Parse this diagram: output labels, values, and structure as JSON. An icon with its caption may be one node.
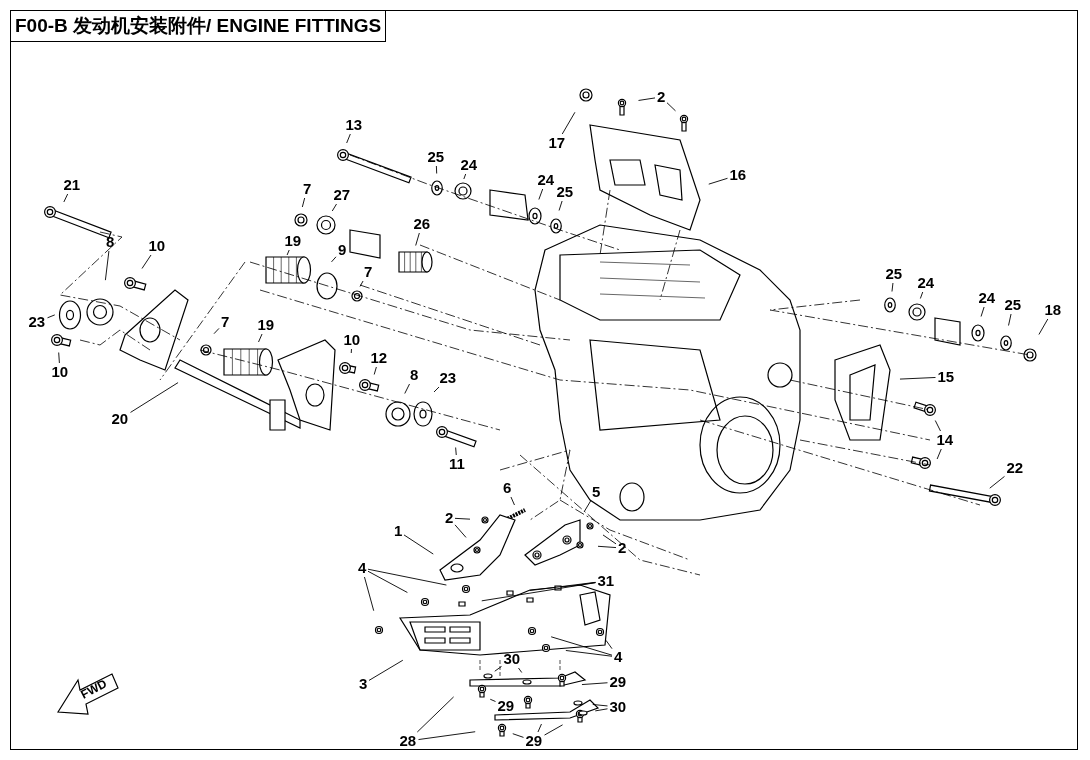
{
  "diagram": {
    "title": "F00-B 发动机安装附件/ ENGINE FITTINGS",
    "nodes": [
      {
        "text": [
          "2"
        ]
      },
      {
        "text": [
          "13"
        ]
      },
      {
        "text": [
          "17"
        ]
      },
      {
        "text": [
          "25"
        ]
      },
      {
        "text": [
          "24"
        ]
      },
      {
        "text": [
          "16"
        ]
      },
      {
        "text": [
          "24"
        ]
      },
      {
        "text": [
          "25"
        ]
      },
      {
        "text": [
          "21"
        ]
      },
      {
        "text": [
          "7"
        ]
      },
      {
        "text": [
          "27"
        ]
      },
      {
        "text": [
          "26"
        ]
      },
      {
        "text": [
          "10"
        ]
      },
      {
        "text": [
          "19"
        ]
      },
      {
        "text": [
          "9"
        ]
      },
      {
        "text": [
          "8"
        ]
      },
      {
        "text": [
          "7"
        ]
      },
      {
        "text": [
          "25"
        ]
      },
      {
        "text": [
          "24"
        ]
      },
      {
        "text": [
          "24"
        ]
      },
      {
        "text": [
          "25"
        ]
      },
      {
        "text": [
          "18"
        ]
      },
      {
        "text": [
          "23"
        ]
      },
      {
        "text": [
          "7"
        ]
      },
      {
        "text": [
          "19"
        ]
      },
      {
        "text": [
          "10"
        ]
      },
      {
        "text": [
          "10"
        ]
      },
      {
        "text": [
          "12"
        ]
      },
      {
        "text": [
          "15"
        ]
      },
      {
        "text": [
          "8"
        ]
      },
      {
        "text": [
          "23"
        ]
      },
      {
        "text": [
          "20"
        ]
      },
      {
        "text": [
          "14"
        ]
      },
      {
        "text": [
          "11"
        ]
      },
      {
        "text": [
          "22"
        ]
      },
      {
        "text": [
          "6"
        ]
      },
      {
        "text": [
          "5"
        ]
      },
      {
        "text": [
          "2"
        ]
      },
      {
        "text": [
          "1"
        ]
      },
      {
        "text": [
          "2"
        ]
      },
      {
        "text": [
          "4"
        ]
      },
      {
        "text": [
          "31"
        ]
      },
      {
        "text": [
          "4"
        ]
      },
      {
        "text": [
          "3"
        ]
      },
      {
        "text": [
          "30"
        ]
      },
      {
        "text": [
          "29"
        ]
      },
      {
        "text": [
          "29"
        ]
      },
      {
        "text": [
          "30"
        ]
      },
      {
        "text": [
          "28"
        ]
      },
      {
        "text": [
          "29"
        ]
      }
    ],
    "edges": [
      {
        "from": 0,
        "to": null,
        "arrow": "none"
      },
      {
        "from": 0,
        "to": null,
        "arrow": "none"
      },
      {
        "from": 1,
        "to": null,
        "arrow": "none"
      },
      {
        "from": 2,
        "to": null,
        "arrow": "none"
      },
      {
        "from": 3,
        "to": null,
        "arrow": "none"
      },
      {
        "from": 4,
        "to": null,
        "arrow": "none"
      },
      {
        "from": 5,
        "to": null,
        "arrow": "none"
      },
      {
        "from": 6,
        "to": null,
        "arrow": "none"
      },
      {
        "from": 7,
        "to": null,
        "arrow": "none"
      },
      {
        "from": 8,
        "to": null,
        "arrow": "none"
      },
      {
        "from": 9,
        "to": null,
        "arrow": "none"
      },
      {
        "from": 10,
        "to": null,
        "arrow": "none"
      },
      {
        "from": 11,
        "to": null,
        "arrow": "none"
      },
      {
        "from": 12,
        "to": null,
        "arrow": "none"
      },
      {
        "from": 13,
        "to": null,
        "arrow": "none"
      },
      {
        "from": 14,
        "to": null,
        "arrow": "none"
      },
      {
        "from": 15,
        "to": null,
        "arrow": "none"
      },
      {
        "from": 16,
        "to": null,
        "arrow": "none"
      },
      {
        "from": 17,
        "to": null,
        "arrow": "none"
      },
      {
        "from": 18,
        "to": null,
        "arrow": "none"
      },
      {
        "from": 19,
        "to": null,
        "arrow": "none"
      },
      {
        "from": 20,
        "to": null,
        "arrow": "none"
      },
      {
        "from": 21,
        "to": null,
        "arrow": "none"
      },
      {
        "from": 22,
        "to": null,
        "arrow": "none"
      },
      {
        "from": 23,
        "to": null,
        "arrow": "none"
      },
      {
        "from": 24,
        "to": null,
        "arrow": "none"
      },
      {
        "from": 25,
        "to": null,
        "arrow": "none"
      },
      {
        "from": 26,
        "to": null,
        "arrow": "none"
      },
      {
        "from": 27,
        "to": null,
        "arrow": "none"
      },
      {
        "from": 28,
        "to": null,
        "arrow": "none"
      },
      {
        "from": 29,
        "to": null,
        "arrow": "none"
      },
      {
        "from": 30,
        "to": null,
        "arrow": "none"
      },
      {
        "from": 31,
        "to": null,
        "arrow": "none"
      },
      {
        "from": 32,
        "to": null,
        "arrow": "none"
      },
      {
        "from": 32,
        "to": null,
        "arrow": "none"
      },
      {
        "from": 33,
        "to": null,
        "arrow": "none"
      },
      {
        "from": 34,
        "to": null,
        "arrow": "none"
      },
      {
        "from": 35,
        "to": null,
        "arrow": "none"
      },
      {
        "from": 36,
        "to": null,
        "arrow": "none"
      },
      {
        "from": 37,
        "to": null,
        "arrow": "none"
      },
      {
        "from": 37,
        "to": null,
        "arrow": "none"
      },
      {
        "from": 38,
        "to": null,
        "arrow": "none"
      },
      {
        "from": 39,
        "to": null,
        "arrow": "none"
      },
      {
        "from": 39,
        "to": null,
        "arrow": "none"
      },
      {
        "from": 40,
        "to": null,
        "arrow": "none"
      },
      {
        "from": 40,
        "to": null,
        "arrow": "none"
      },
      {
        "from": 40,
        "to": null,
        "arrow": "none"
      },
      {
        "from": 41,
        "to": null,
        "arrow": "none"
      },
      {
        "from": 41,
        "to": null,
        "arrow": "none"
      },
      {
        "from": 41,
        "to": null,
        "arrow": "none"
      },
      {
        "from": 42,
        "to": null,
        "arrow": "none"
      },
      {
        "from": 42,
        "to": null,
        "arrow": "none"
      },
      {
        "from": 42,
        "to": null,
        "arrow": "none"
      },
      {
        "from": 43,
        "to": null,
        "arrow": "none"
      },
      {
        "from": 44,
        "to": null,
        "arrow": "none"
      },
      {
        "from": 44,
        "to": null,
        "arrow": "none"
      },
      {
        "from": 45,
        "to": null,
        "arrow": "none"
      },
      {
        "from": 46,
        "to": null,
        "arrow": "none"
      },
      {
        "from": 47,
        "to": null,
        "arrow": "none"
      },
      {
        "from": 47,
        "to": null,
        "arrow": "none"
      },
      {
        "from": 48,
        "to": null,
        "arrow": "none"
      },
      {
        "from": 48,
        "to": null,
        "arrow": "none"
      },
      {
        "from": 49,
        "to": null,
        "arrow": "none"
      },
      {
        "from": 49,
        "to": null,
        "arrow": "none"
      },
      {
        "from": 49,
        "to": null,
        "arrow": "none"
      }
    ],
    "labels": [
      "FWD"
    ]
  }
}
